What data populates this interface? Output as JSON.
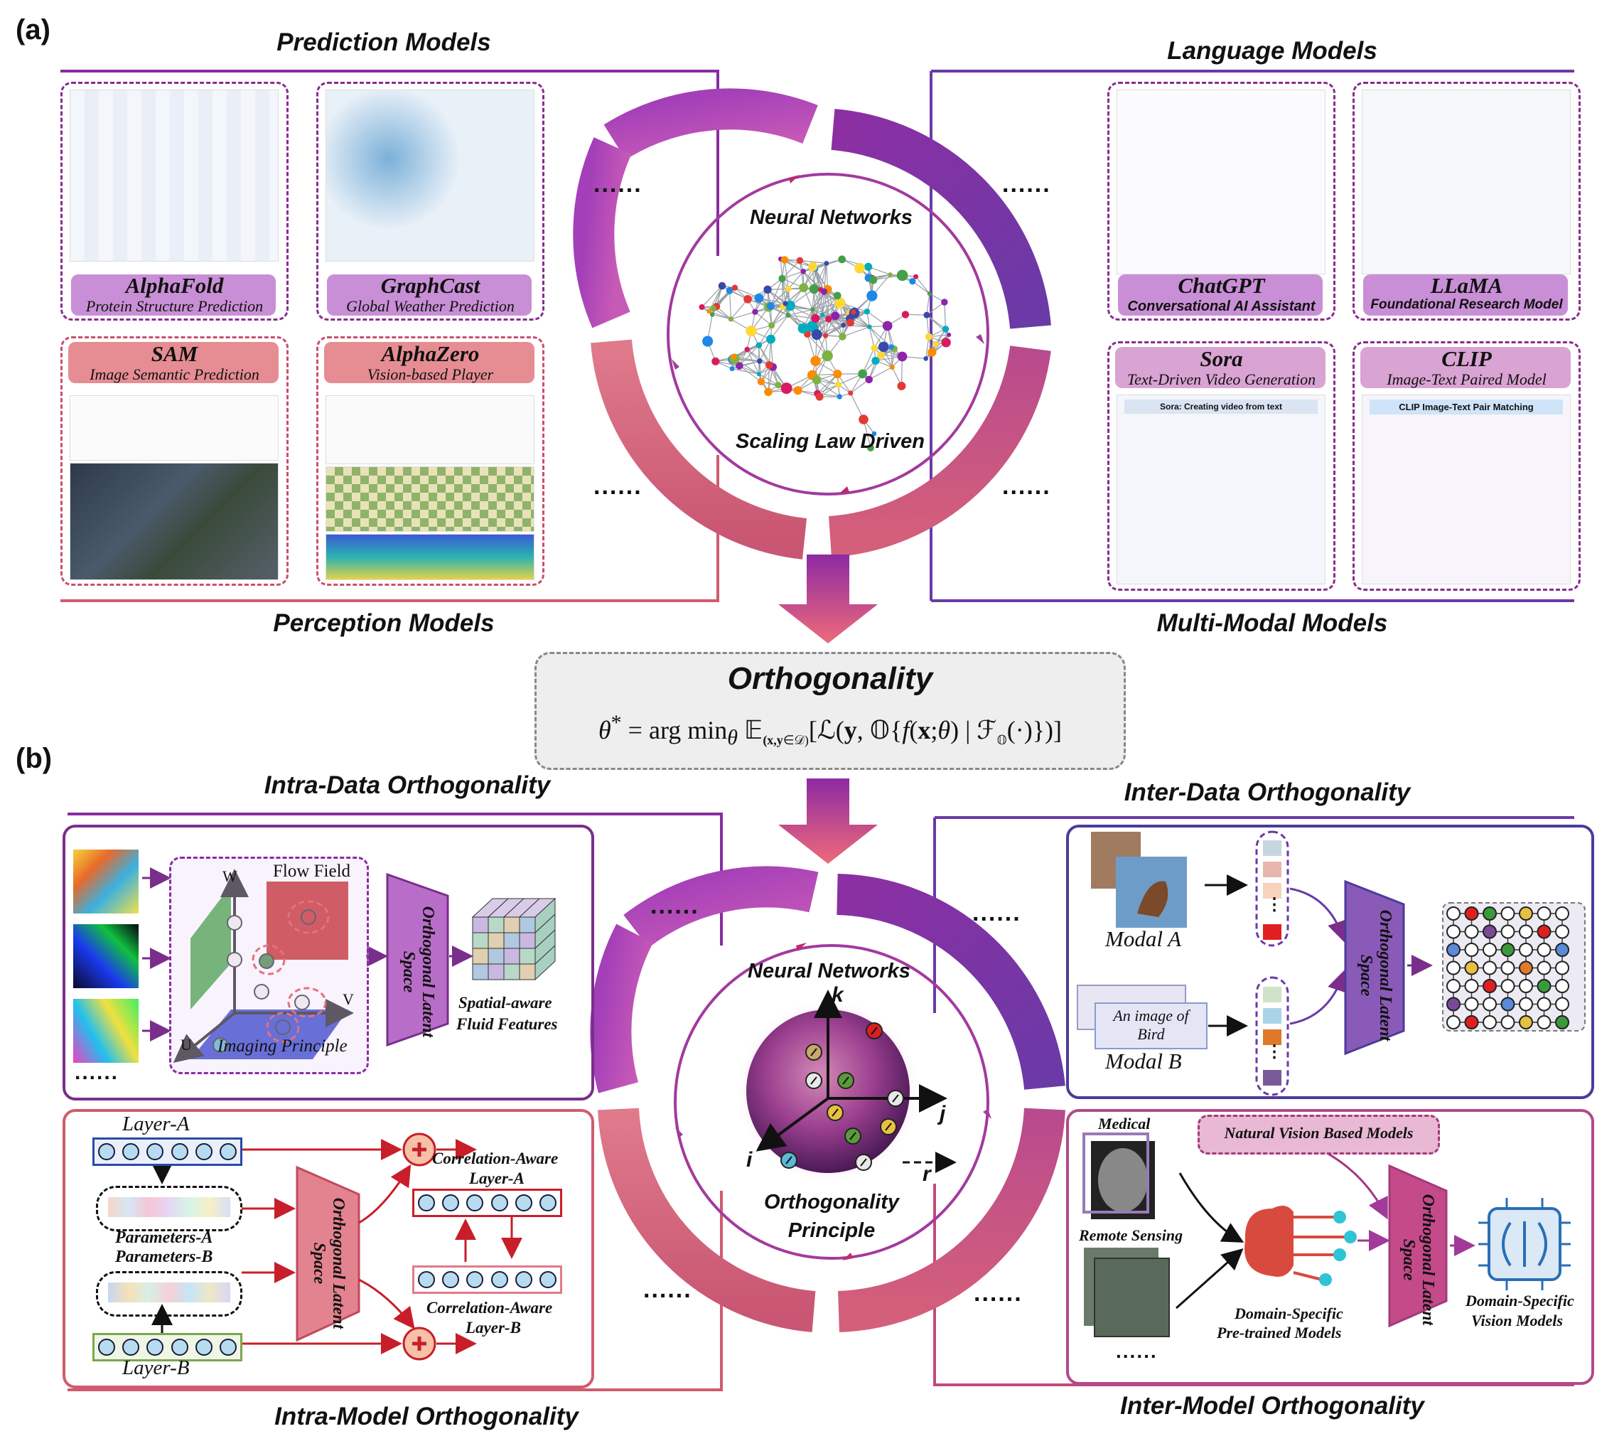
{
  "panel_a": {
    "label": "(a)",
    "titles": {
      "prediction": "Prediction Models",
      "language": "Language Models",
      "perception": "Perception Models",
      "multimodal": "Multi-Modal Models"
    },
    "cards": {
      "alphafold": {
        "name": "AlphaFold",
        "desc": "Protein Structure Prediction"
      },
      "graphcast": {
        "name": "GraphCast",
        "desc": "Global Weather Prediction"
      },
      "sam": {
        "name": "SAM",
        "desc": "Image Semantic Prediction"
      },
      "alphazero": {
        "name": "AlphaZero",
        "desc": "Vision-based Player"
      },
      "chatgpt": {
        "name": "ChatGPT",
        "desc": "Conversational AI Assistant"
      },
      "llama": {
        "name": "LLaMA",
        "desc": "Foundational Research Model"
      },
      "sora": {
        "name": "Sora",
        "desc": "Text-Driven Video Generation",
        "inner_title": "Sora: Creating video from text"
      },
      "clip": {
        "name": "CLIP",
        "desc": "Image-Text Paired Model",
        "inner_title": "CLIP Image-Text Pair Matching"
      }
    },
    "center": {
      "top": "Neural Networks",
      "bottom": "Scaling Law Driven"
    },
    "ellipsis": "......"
  },
  "orthogonality": {
    "title": "Orthogonality",
    "formula": "θ* = arg min_θ E_(x,y∈D)[ L(y, O{ f(x;θ) | F_O(·) }) ]"
  },
  "panel_b": {
    "label": "(b)",
    "titles": {
      "intra_data": "Intra-Data Orthogonality",
      "inter_data": "Inter-Data Orthogonality",
      "intra_model": "Intra-Model Orthogonality",
      "inter_model": "Inter-Model Orthogonality"
    },
    "center": {
      "top": "Neural Networks",
      "bottom1": "Orthogonality",
      "bottom2": "Principle",
      "axis_k": "k",
      "axis_j": "j",
      "axis_i": "i",
      "axis_r": "r"
    },
    "intra_data": {
      "flow_field": "Flow Field",
      "imaging_principle": "Imaging Principle",
      "axis_w": "W",
      "axis_v": "V",
      "axis_u": "U",
      "latent": "Orthogonal Latent Space",
      "output_line1": "Spatial-aware",
      "output_line2": "Fluid Features",
      "ellipsis": "......"
    },
    "inter_data": {
      "modal_a": "Modal A",
      "modal_b": "Modal B",
      "caption_line1": "An image of",
      "caption_line2": "Bird",
      "latent": "Orthogonal Latent Space",
      "dots": "⋮"
    },
    "intra_model": {
      "layer_a": "Layer-A",
      "layer_b": "Layer-B",
      "params_a": "Parameters-A",
      "params_b": "Parameters-B",
      "latent": "Orthogonal Latent Space",
      "corr_a_line1": "Correlation-Aware",
      "corr_a_line2": "Layer-A",
      "corr_b_line1": "Correlation-Aware",
      "corr_b_line2": "Layer-B"
    },
    "inter_model": {
      "natural": "Natural Vision Based Models",
      "medical": "Medical",
      "remote": "Remote Sensing",
      "pretrained_line1": "Domain-Specific",
      "pretrained_line2": "Pre-trained Models",
      "latent": "Orthogonal Latent Space",
      "vision_line1": "Domain-Specific",
      "vision_line2": "Vision Models",
      "ellipsis": "......"
    },
    "ellipsis": "......"
  },
  "colors": {
    "purple": "#8e2aa3",
    "violet": "#6a3aa6",
    "pink": "#d45f7a",
    "magenta": "#b84a8e",
    "rose": "#e07b8c"
  }
}
